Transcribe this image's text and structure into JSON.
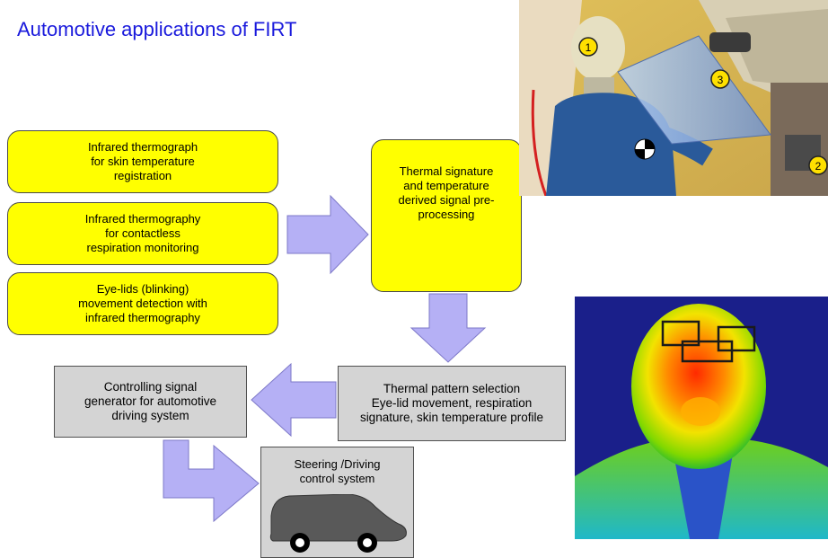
{
  "title": "Automotive applications of FIRT",
  "input_boxes": [
    {
      "text": "Infrared thermograph\nfor skin temperature\nregistration"
    },
    {
      "text": "Infrared thermography\nfor contactless\nrespiration monitoring"
    },
    {
      "text": "Eye-lids (blinking)\nmovement detection with\ninfrared thermography"
    }
  ],
  "processing_box": {
    "text": "Thermal signature\nand temperature\nderived signal pre-\nprocessing"
  },
  "selection_box": {
    "text": "Thermal pattern selection\nEye-lid movement, respiration\nsignature, skin temperature profile"
  },
  "controller_box": {
    "text": "Controlling signal\ngenerator for automotive\ndriving system"
  },
  "steering_box": {
    "text": "Steering /Driving\ncontrol system"
  },
  "crash_photo_markers": [
    "1",
    "2",
    "3"
  ],
  "colors": {
    "title": "#1a1adc",
    "yellow_box": "#ffff00",
    "gray_box": "#d4d4d4",
    "arrow": "#b5b0f5",
    "car": "#595959"
  }
}
